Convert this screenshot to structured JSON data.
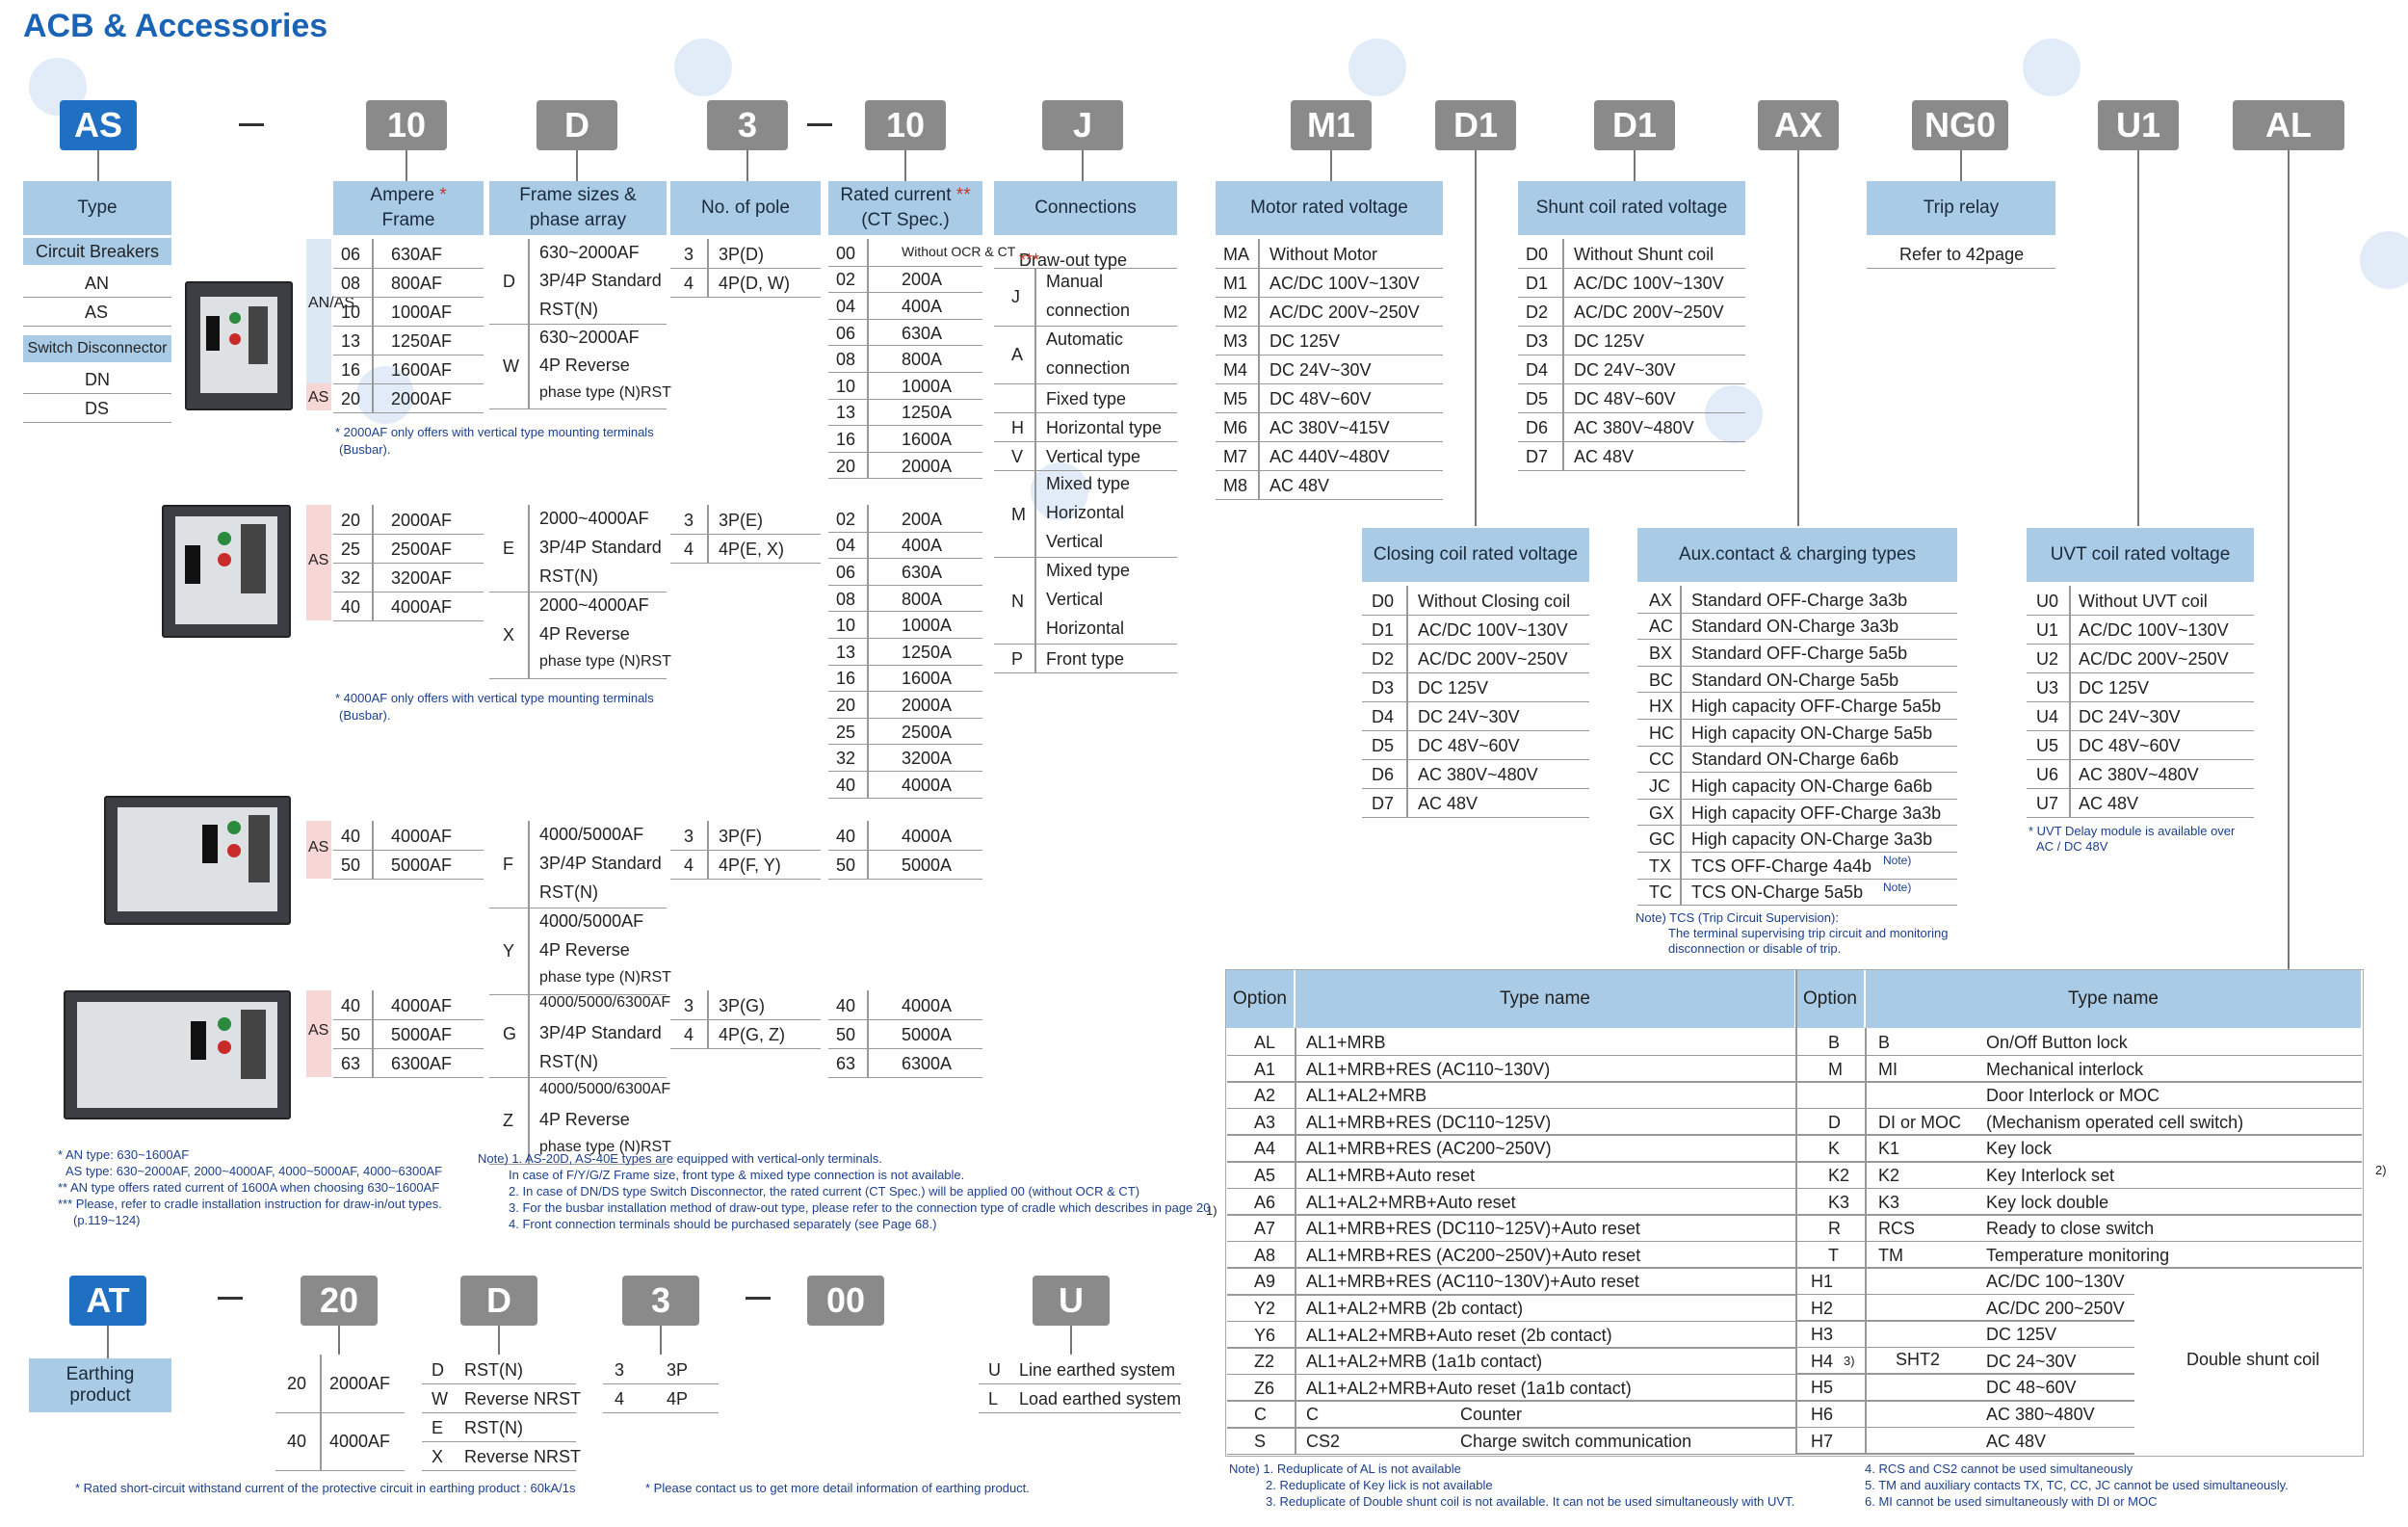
{
  "title": "ACB & Accessories",
  "codes": {
    "as": "AS",
    "c10": "10",
    "d": "D",
    "c3": "3",
    "c10b": "10",
    "j": "J",
    "m1": "M1",
    "d1a": "D1",
    "d1b": "D1",
    "ax": "AX",
    "ng0": "NG0",
    "u1": "U1",
    "al": "AL",
    "at": "AT",
    "c20": "20",
    "d2": "D",
    "c3b": "3",
    "c00": "00",
    "u": "U"
  },
  "type_table": {
    "header": "Type",
    "sub1": "Circuit Breakers",
    "items1": [
      "AN",
      "AS"
    ],
    "sub2": "Switch Disconnector",
    "items2": [
      "DN",
      "DS"
    ]
  },
  "ampere": {
    "header1": "Ampere ",
    "header_star": "*",
    "header2": "Frame",
    "group1_type": "AN/AS",
    "group1_type_as": "AS",
    "group1": [
      [
        "06",
        "630AF"
      ],
      [
        "08",
        "800AF"
      ],
      [
        "10",
        "1000AF"
      ],
      [
        "13",
        "1250AF"
      ],
      [
        "16",
        "1600AF"
      ],
      [
        "20",
        "2000AF"
      ]
    ],
    "group2_type": "AS",
    "group2": [
      [
        "20",
        "2000AF"
      ],
      [
        "25",
        "2500AF"
      ],
      [
        "32",
        "3200AF"
      ],
      [
        "40",
        "4000AF"
      ]
    ],
    "group3_type": "AS",
    "group3": [
      [
        "40",
        "4000AF"
      ],
      [
        "50",
        "5000AF"
      ]
    ],
    "group4_type": "AS",
    "group4": [
      [
        "40",
        "4000AF"
      ],
      [
        "50",
        "5000AF"
      ],
      [
        "63",
        "6300AF"
      ]
    ]
  },
  "frame": {
    "header": "Frame sizes & phase array",
    "g1": [
      {
        "c": "D",
        "l": [
          "630~2000AF",
          "3P/4P Standard",
          "RST(N)"
        ]
      },
      {
        "c": "W",
        "l": [
          "630~2000AF",
          "4P Reverse",
          "phase type (N)RST"
        ]
      }
    ],
    "g2": [
      {
        "c": "E",
        "l": [
          "2000~4000AF",
          "3P/4P Standard",
          "RST(N)"
        ]
      },
      {
        "c": "X",
        "l": [
          "2000~4000AF",
          "4P Reverse",
          "phase type (N)RST"
        ]
      }
    ],
    "g3": [
      {
        "c": "F",
        "l": [
          "4000/5000AF",
          "3P/4P Standard",
          "RST(N)"
        ]
      },
      {
        "c": "Y",
        "l": [
          "4000/5000AF",
          "4P Reverse",
          "phase type (N)RST"
        ]
      }
    ],
    "g4": [
      {
        "c": "G",
        "l": [
          "4000/5000/6300AF",
          "3P/4P Standard",
          "RST(N)"
        ]
      },
      {
        "c": "Z",
        "l": [
          "4000/5000/6300AF",
          "4P Reverse",
          "phase type (N)RST"
        ]
      }
    ]
  },
  "pole": {
    "header": "No. of pole",
    "g1": [
      [
        "3",
        "3P(D)"
      ],
      [
        "4",
        "4P(D, W)"
      ]
    ],
    "g2": [
      [
        "3",
        "3P(E)"
      ],
      [
        "4",
        "4P(E, X)"
      ]
    ],
    "g3": [
      [
        "3",
        "3P(F)"
      ],
      [
        "4",
        "4P(F, Y)"
      ]
    ],
    "g4": [
      [
        "3",
        "3P(G)"
      ],
      [
        "4",
        "4P(G, Z)"
      ]
    ]
  },
  "rated": {
    "header1": "Rated current ",
    "header_star": "**",
    "header2": "(CT Spec.)",
    "g1": [
      [
        "00",
        "Without OCR & CT"
      ],
      [
        "02",
        "200A"
      ],
      [
        "04",
        "400A"
      ],
      [
        "06",
        "630A"
      ],
      [
        "08",
        "800A"
      ],
      [
        "10",
        "1000A"
      ],
      [
        "13",
        "1250A"
      ],
      [
        "16",
        "1600A"
      ],
      [
        "20",
        "2000A"
      ]
    ],
    "g2": [
      [
        "02",
        "200A"
      ],
      [
        "04",
        "400A"
      ],
      [
        "06",
        "630A"
      ],
      [
        "08",
        "800A"
      ],
      [
        "10",
        "1000A"
      ],
      [
        "13",
        "1250A"
      ],
      [
        "16",
        "1600A"
      ],
      [
        "20",
        "2000A"
      ],
      [
        "25",
        "2500A"
      ],
      [
        "32",
        "3200A"
      ],
      [
        "40",
        "4000A"
      ]
    ],
    "g3": [
      [
        "40",
        "4000A"
      ],
      [
        "50",
        "5000A"
      ]
    ],
    "g4": [
      [
        "40",
        "4000A"
      ],
      [
        "50",
        "5000A"
      ],
      [
        "63",
        "6300A"
      ]
    ]
  },
  "connections": {
    "header": "Connections",
    "drawout": "Draw-out type ",
    "drawout_star": "***",
    "j": "J",
    "j1": "Manual",
    "j2": "connection",
    "a": "A",
    "a1": "Automatic",
    "a2": "connection",
    "fixed": "Fixed type",
    "h": "H",
    "h1": "Horizontal type",
    "v": "V",
    "v1": "Vertical type",
    "m": "M",
    "m1": "Mixed type",
    "m2": "Horizontal",
    "m3": "Vertical",
    "n": "N",
    "n1": "Mixed type",
    "n2": "Vertical",
    "n3": "Horizontal",
    "p": "P",
    "p1": "Front type"
  },
  "motor": {
    "header": "Motor rated voltage",
    "rows": [
      [
        "MA",
        "Without Motor"
      ],
      [
        "M1",
        "AC/DC 100V~130V"
      ],
      [
        "M2",
        "AC/DC 200V~250V"
      ],
      [
        "M3",
        "DC 125V"
      ],
      [
        "M4",
        "DC 24V~30V"
      ],
      [
        "M5",
        "DC 48V~60V"
      ],
      [
        "M6",
        "AC 380V~415V"
      ],
      [
        "M7",
        "AC 440V~480V"
      ],
      [
        "M8",
        "AC 48V"
      ]
    ]
  },
  "shunt": {
    "header": "Shunt coil rated voltage",
    "rows": [
      [
        "D0",
        "Without Shunt coil"
      ],
      [
        "D1",
        "AC/DC 100V~130V"
      ],
      [
        "D2",
        "AC/DC 200V~250V"
      ],
      [
        "D3",
        "DC 125V"
      ],
      [
        "D4",
        "DC 24V~30V"
      ],
      [
        "D5",
        "DC 48V~60V"
      ],
      [
        "D6",
        "AC 380V~480V"
      ],
      [
        "D7",
        "AC 48V"
      ]
    ]
  },
  "trip": {
    "header": "Trip relay",
    "text": "Refer to 42page"
  },
  "closing": {
    "header": "Closing coil rated voltage",
    "rows": [
      [
        "D0",
        "Without Closing coil"
      ],
      [
        "D1",
        "AC/DC 100V~130V"
      ],
      [
        "D2",
        "AC/DC 200V~250V"
      ],
      [
        "D3",
        "DC 125V"
      ],
      [
        "D4",
        "DC 24V~30V"
      ],
      [
        "D5",
        "DC 48V~60V"
      ],
      [
        "D6",
        "AC 380V~480V"
      ],
      [
        "D7",
        "AC 48V"
      ]
    ]
  },
  "aux": {
    "header": "Aux.contact & charging types",
    "rows": [
      [
        "AX",
        "Standard OFF-Charge 3a3b",
        ""
      ],
      [
        "AC",
        "Standard ON-Charge 3a3b",
        ""
      ],
      [
        "BX",
        "Standard OFF-Charge 5a5b",
        ""
      ],
      [
        "BC",
        "Standard ON-Charge 5a5b",
        ""
      ],
      [
        "HX",
        "High capacity OFF-Charge 5a5b",
        ""
      ],
      [
        "HC",
        "High capacity ON-Charge 5a5b",
        ""
      ],
      [
        "CC",
        "Standard ON-Charge 6a6b",
        ""
      ],
      [
        "JC",
        "High capacity ON-Charge 6a6b",
        ""
      ],
      [
        "GX",
        "High capacity OFF-Charge 3a3b",
        ""
      ],
      [
        "GC",
        "High capacity ON-Charge 3a3b",
        ""
      ],
      [
        "TX",
        "TCS OFF-Charge 4a4b",
        "Note)"
      ],
      [
        "TC",
        "TCS ON-Charge 5a5b",
        "Note)"
      ]
    ],
    "note1": "Note) TCS (Trip Circuit Supervision):",
    "note2": "The terminal supervising trip circuit and monitoring",
    "note3": "disconnection or disable of trip."
  },
  "uvt": {
    "header": "UVT coil rated voltage",
    "rows": [
      [
        "U0",
        "Without UVT coil"
      ],
      [
        "U1",
        "AC/DC 100V~130V"
      ],
      [
        "U2",
        "AC/DC 200V~250V"
      ],
      [
        "U3",
        "DC 125V"
      ],
      [
        "U4",
        "DC 24V~30V"
      ],
      [
        "U5",
        "DC 48V~60V"
      ],
      [
        "U6",
        "AC 380V~480V"
      ],
      [
        "U7",
        "AC 48V"
      ]
    ],
    "note1": "* UVT Delay module is available over",
    "note2": "AC / DC 48V"
  },
  "options": {
    "h_option": "Option",
    "h_type": "Type name",
    "left": [
      [
        "AL",
        "AL1+MRB"
      ],
      [
        "A1",
        "AL1+MRB+RES (AC110~130V)"
      ],
      [
        "A2",
        "AL1+AL2+MRB"
      ],
      [
        "A3",
        "AL1+MRB+RES (DC110~125V)"
      ],
      [
        "A4",
        "AL1+MRB+RES (AC200~250V)"
      ],
      [
        "A5",
        "AL1+MRB+Auto reset"
      ],
      [
        "A6",
        "AL1+AL2+MRB+Auto reset"
      ],
      [
        "A7",
        "AL1+MRB+RES (DC110~125V)+Auto reset"
      ],
      [
        "A8",
        "AL1+MRB+RES (AC200~250V)+Auto reset"
      ],
      [
        "A9",
        "AL1+MRB+RES (AC110~130V)+Auto reset"
      ],
      [
        "Y2",
        "AL1+AL2+MRB (2b contact)"
      ],
      [
        "Y6",
        "AL1+AL2+MRB+Auto reset (2b contact)"
      ],
      [
        "Z2",
        "AL1+AL2+MRB (1a1b contact)"
      ],
      [
        "Z6",
        "AL1+AL2+MRB+Auto reset (1a1b contact)"
      ],
      [
        "C",
        "C",
        "Counter"
      ],
      [
        "S",
        "CS2",
        "Charge switch communication"
      ]
    ],
    "right": [
      [
        "B",
        "B",
        "On/Off Button lock"
      ],
      [
        "M",
        "MI",
        "Mechanical interlock"
      ],
      [
        "",
        "",
        "Door Interlock or MOC"
      ],
      [
        "D",
        "DI or MOC",
        "(Mechanism operated cell switch)"
      ],
      [
        "K",
        "K1",
        "Key lock"
      ],
      [
        "K2",
        "K2",
        "Key Interlock set"
      ],
      [
        "K3",
        "K3",
        "Key lock double"
      ],
      [
        "R",
        "RCS",
        "Ready to close switch"
      ],
      [
        "T",
        "TM",
        "Temperature monitoring"
      ]
    ],
    "h_rows": [
      [
        "H1",
        "AC/DC 100~130V"
      ],
      [
        "H2",
        "AC/DC 200~250V"
      ],
      [
        "H3",
        "DC 125V"
      ],
      [
        "H4",
        "DC 24~30V"
      ],
      [
        "H5",
        "DC 48~60V"
      ],
      [
        "H6",
        "AC 380~480V"
      ],
      [
        "H7",
        "AC 48V"
      ]
    ],
    "sht2": "SHT2",
    "double": "Double shunt coil",
    "m1": "1)",
    "m2": "2)",
    "m3": "3)"
  },
  "bottom_notes": {
    "n1": "Note) 1. Reduplicate of AL is not available",
    "n2": "2. Reduplicate of Key lick is not available",
    "n3": "3. Reduplicate of Double shunt coil is not available. It can not be used simultaneously with UVT.",
    "n4": "4. RCS and CS2 cannot be used simultaneously",
    "n5": "5. TM and auxiliary contacts TX, TC, CC, JC cannot be used simultaneously.",
    "n6": "6. MI cannot be used simultaneously with DI or MOC"
  },
  "notes_left": {
    "busbar1a": "* 2000AF only offers with vertical type mounting terminals",
    "busbar1b": "(Busbar).",
    "busbar2a": "* 4000AF only offers with vertical type mounting terminals",
    "busbar2b": "(Busbar).",
    "an1": "* AN type: 630~1600AF",
    "an2": "AS type: 630~2000AF, 2000~4000AF, 4000~5000AF, 4000~6300AF",
    "an3": "** AN type offers rated current of 1600A when choosing 630~1600AF",
    "an4": "*** Please, refer to cradle installation instruction for draw-in/out types.",
    "an5": "(p.119~124)",
    "nt1": "Note) 1. AS-20D, AS-40E types are equipped with vertical-only terminals.",
    "nt1b": "In case of F/Y/G/Z Frame size, front type & mixed type connection is not available.",
    "nt2": "2. In case of DN/DS type Switch Disconnector, the rated current (CT Spec.) will be applied 00 (without OCR & CT)",
    "nt3": "3. For the busbar installation method of draw-out type, please refer to the connection type of cradle which describes in page 20",
    "nt4": "4. Front connection terminals should be purchased separately (see Page 68.)"
  },
  "earthing": {
    "label1": "Earthing",
    "label2": "product",
    "amp": [
      [
        "20",
        "2000AF"
      ],
      [
        "40",
        "4000AF"
      ]
    ],
    "frame": [
      [
        "D",
        "RST(N)"
      ],
      [
        "W",
        "Reverse NRST"
      ],
      [
        "E",
        "RST(N)"
      ],
      [
        "X",
        "Reverse NRST"
      ]
    ],
    "pole": [
      [
        "3",
        "3P"
      ],
      [
        "4",
        "4P"
      ]
    ],
    "sys": [
      [
        "U",
        "Line earthed system"
      ],
      [
        "L",
        "Load earthed system"
      ]
    ],
    "note1": "* Rated short-circuit withstand current of the protective circuit in earthing product : 60kA/1s",
    "note2": "* Please contact us to get more detail information of earthing product."
  }
}
